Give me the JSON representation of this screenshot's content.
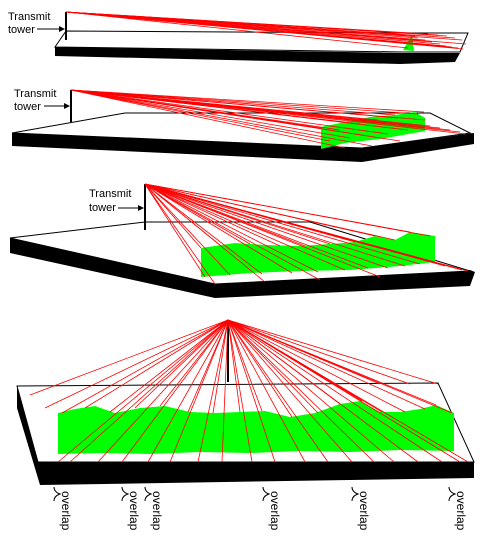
{
  "panels": [
    {
      "tower_label_line1": "Transmit",
      "tower_label_line2": "tower"
    },
    {
      "tower_label_line1": "Transmit",
      "tower_label_line2": "tower"
    },
    {
      "tower_label_line1": "Transmit",
      "tower_label_line2": "tower"
    },
    {
      "tower_label_line1": "",
      "tower_label_line2": ""
    }
  ],
  "overlap_labels": [
    "overlap",
    "overlap",
    "overlap",
    "overlap",
    "overlap",
    "overlap"
  ],
  "colors": {
    "ray": "#ff0000",
    "coverage": "#00ff00",
    "slab": "#000000",
    "surface": "#ffffff",
    "outline": "#000000"
  }
}
